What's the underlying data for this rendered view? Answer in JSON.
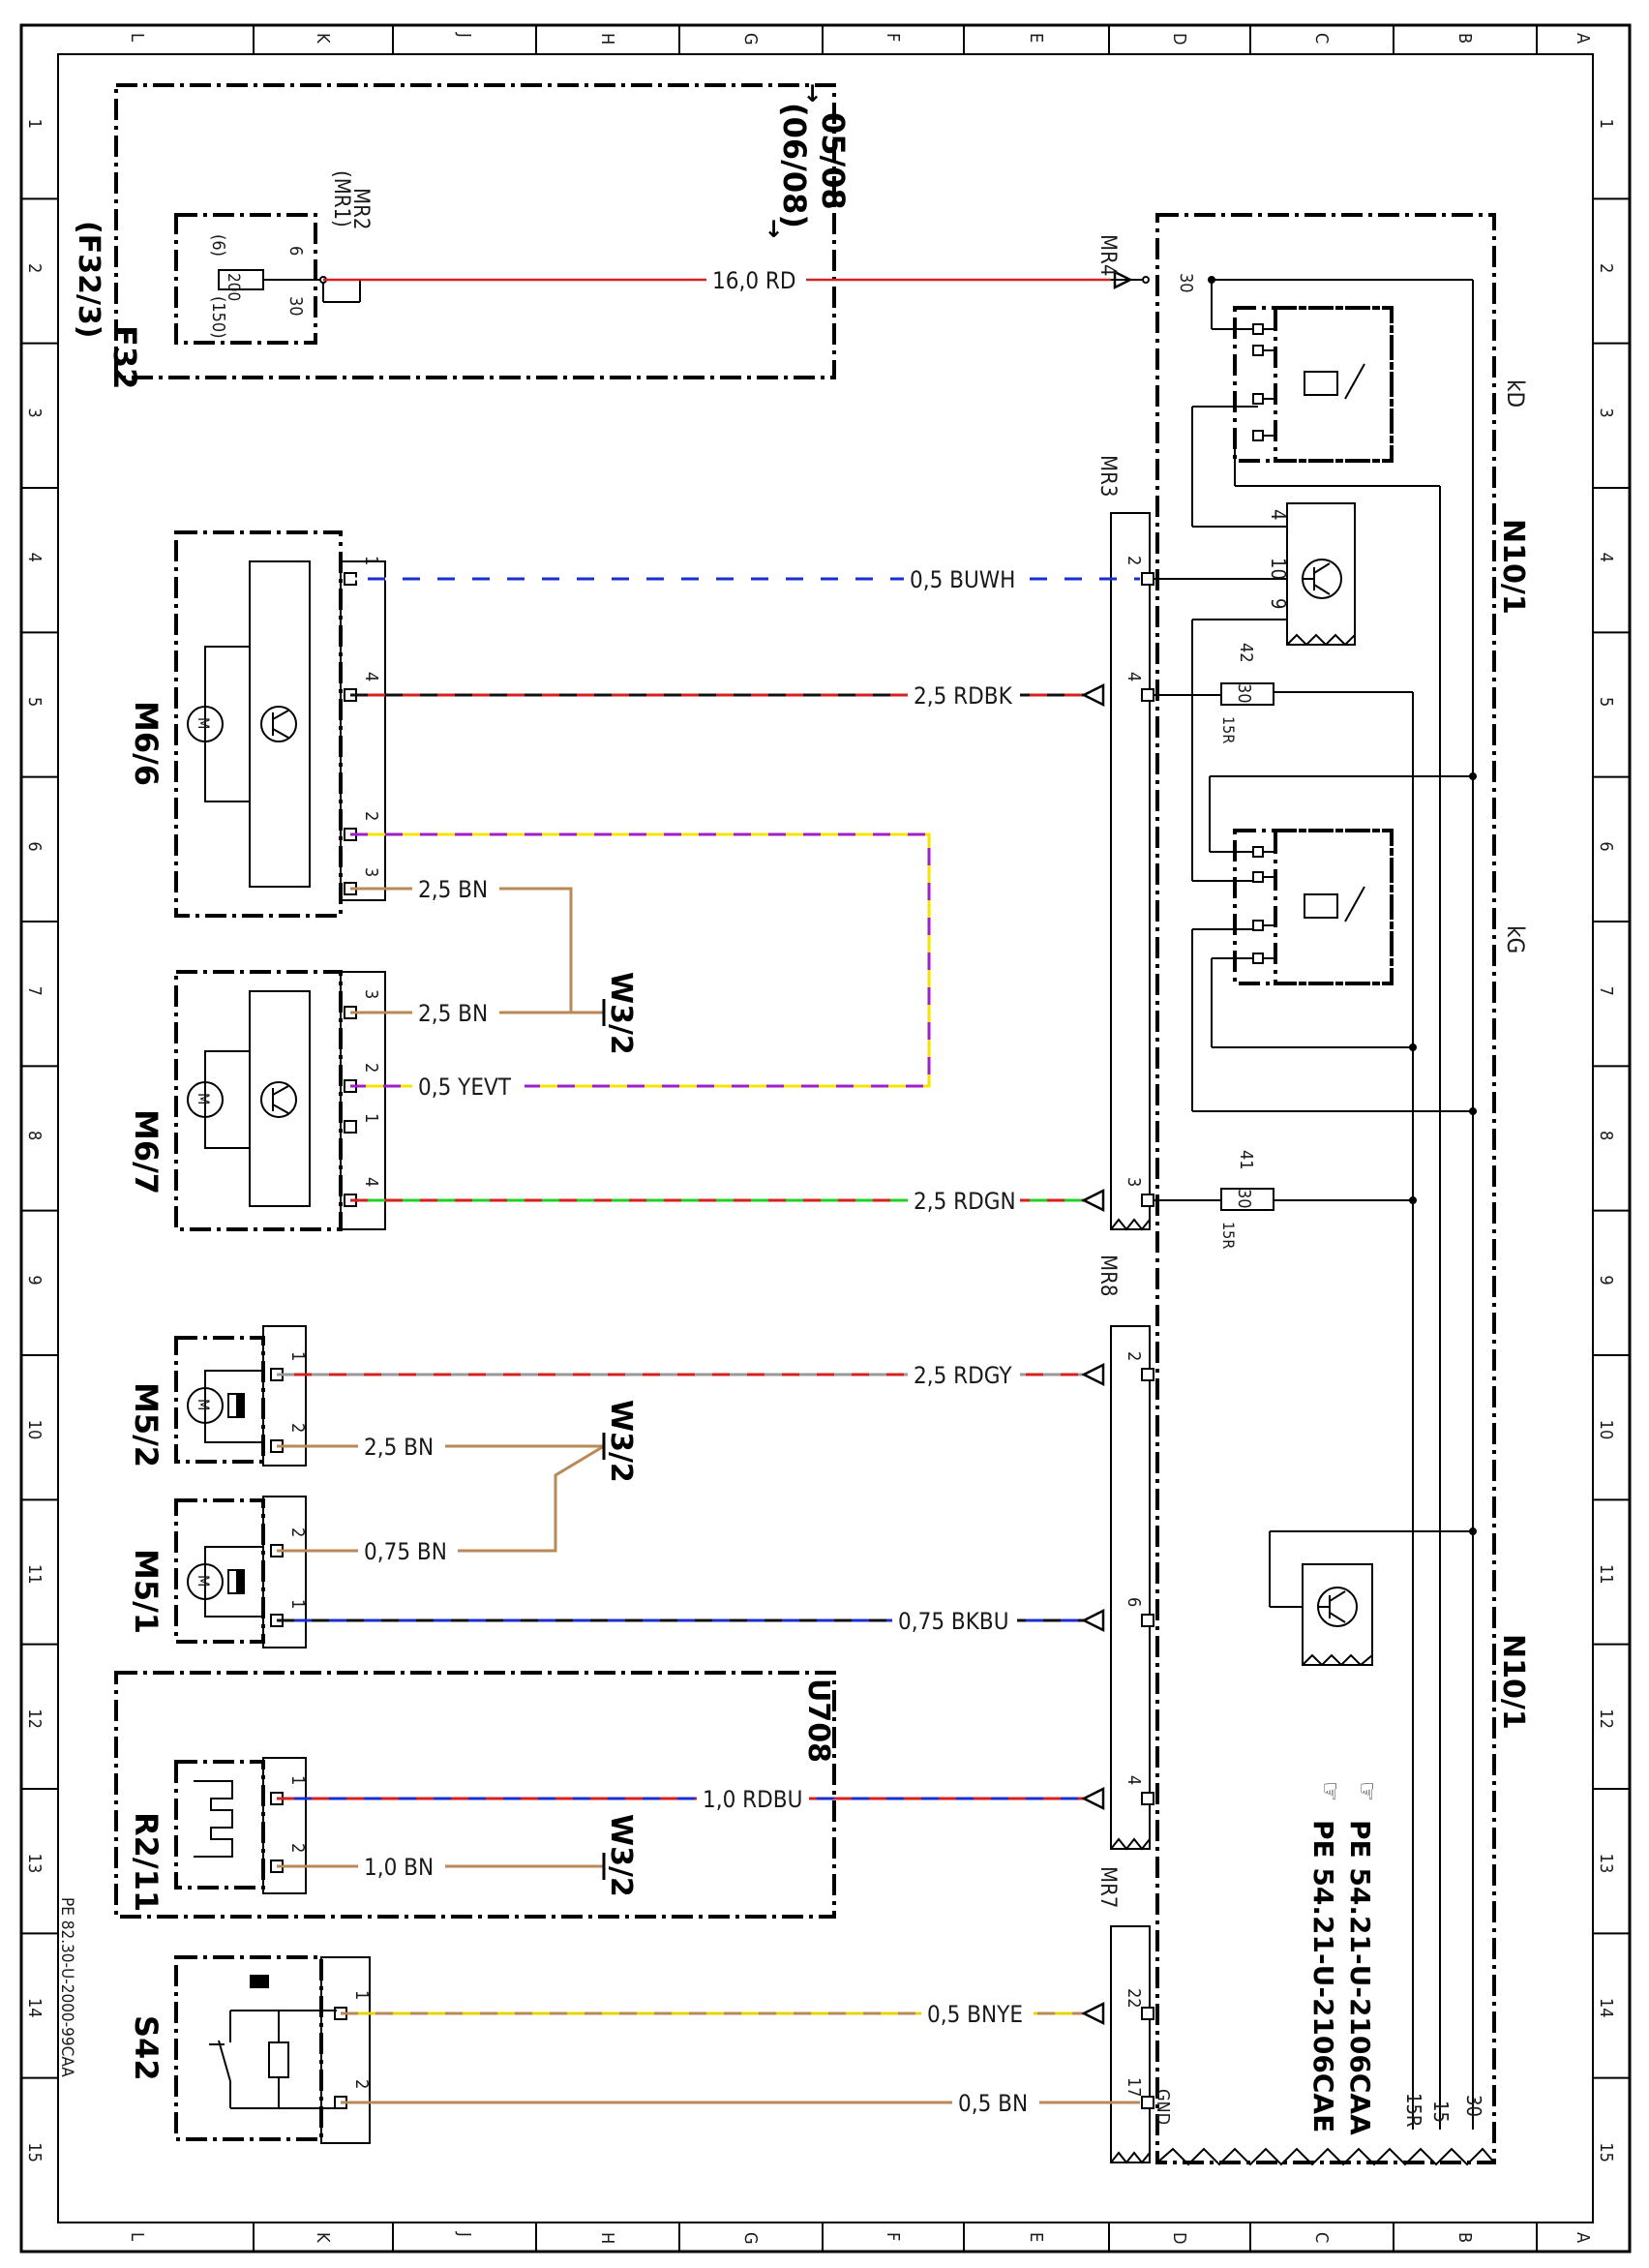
{
  "frame": {
    "zone_letters": [
      "L",
      "K",
      "J",
      "H",
      "G",
      "F",
      "E",
      "D",
      "C",
      "B",
      "A"
    ],
    "zone_numbers": [
      "1",
      "2",
      "3",
      "4",
      "5",
      "6",
      "7",
      "8",
      "9",
      "10",
      "11",
      "12",
      "13",
      "14",
      "15"
    ]
  },
  "drawing_number": "PE 82.30-U-2000-99CAA",
  "references": [
    "PE 54.21-U-2106CAA",
    "PE 54.21-U-2106CAE"
  ],
  "components": {
    "fuse": {
      "id": "F32",
      "sub": "(F32/3)",
      "rating": "200",
      "pin_a": "6",
      "pin_a_alt": "(6)",
      "pin_b": "30",
      "pin_b_alt": "(150)"
    },
    "date_note": {
      "line1": "05/08",
      "line2": "(06/08)"
    },
    "connectors": {
      "mr2": "MR2",
      "mr1": "(MR1)",
      "mr4": "MR4",
      "mr3": "MR3",
      "mr8": "MR8",
      "mr7": "MR7"
    },
    "module": {
      "id": "N10/1",
      "relay_d": "kD",
      "relay_g": "kG",
      "gnd": "GND",
      "t30": "30",
      "t15": "15",
      "t15r": "15R"
    },
    "motors": [
      "M6/6",
      "M6/7",
      "M5/2",
      "M5/1"
    ],
    "heater": {
      "id": "R2/11",
      "box": "U708"
    },
    "switch": "S42",
    "ground": "W3/2"
  },
  "wires": [
    {
      "label": "16,0 RD",
      "color": "#d62020"
    },
    {
      "label": "0,5 BUWH",
      "color": "#1a2fd0"
    },
    {
      "label": "2,5 RDBK",
      "color": "#d62020"
    },
    {
      "label": "2,5 BN",
      "color": "#b98a57"
    },
    {
      "label": "2,5 BN",
      "color": "#b98a57"
    },
    {
      "label": "0,5 YEVT",
      "color": "#f5e400"
    },
    {
      "label": "2,5 RDGN",
      "color": "#20d020"
    },
    {
      "label": "2,5 RDGY",
      "color": "#d62020"
    },
    {
      "label": "2,5 BN",
      "color": "#b98a57"
    },
    {
      "label": "0,75 BN",
      "color": "#b98a57"
    },
    {
      "label": "0,75 BKBU",
      "color": "#1a2fd0"
    },
    {
      "label": "1,0 RDBU",
      "color": "#1a2fd0"
    },
    {
      "label": "1,0 BN",
      "color": "#b98a57"
    },
    {
      "label": "0,5 BNYE",
      "color": "#e8d400"
    },
    {
      "label": "0,5 BN",
      "color": "#b98a57"
    }
  ],
  "pins": {
    "m66": [
      "1",
      "4",
      "2",
      "3"
    ],
    "m67": [
      "3",
      "2",
      "1",
      "4"
    ],
    "m52": [
      "1",
      "2"
    ],
    "m51": [
      "2",
      "1"
    ],
    "r211": [
      "1",
      "2"
    ],
    "s42": [
      "1",
      "2"
    ],
    "mr3": [
      "2",
      "4",
      "3"
    ],
    "mr8": [
      "2",
      "6",
      "4"
    ],
    "mr7": [
      "22",
      "17"
    ],
    "n10": [
      "4",
      "10",
      "9",
      "42",
      "41"
    ],
    "relay_fuse": [
      "30",
      "30"
    ]
  }
}
